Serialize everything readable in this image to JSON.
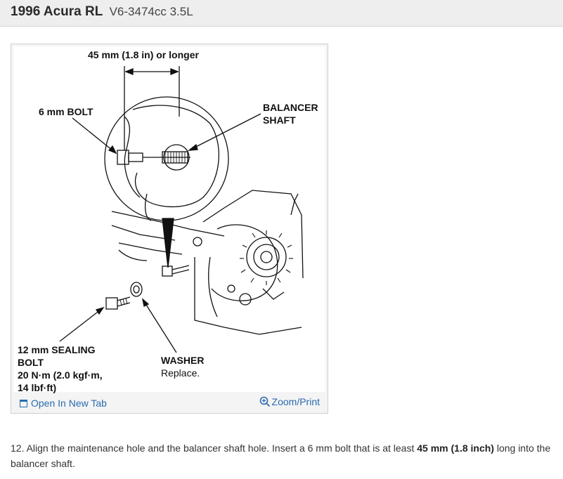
{
  "header": {
    "vehicle": "1996 Acura RL",
    "engine": "V6-3474cc 3.5L"
  },
  "figure": {
    "labels": {
      "dimension": "45 mm (1.8 in) or longer",
      "bolt_6mm": "6 mm BOLT",
      "balancer_line1": "BALANCER",
      "balancer_line2": "SHAFT",
      "sealing_line1": "12 mm SEALING",
      "sealing_line2": "BOLT",
      "sealing_line3": "20 N·m (2.0 kgf·m,",
      "sealing_line4": "14 lbf·ft)",
      "washer": "WASHER",
      "washer_note": "Replace."
    },
    "open_tab_label": "Open In New Tab",
    "zoom_label": "Zoom/Print",
    "link_color": "#2a6bb0"
  },
  "instruction": {
    "part1": "12. Align the maintenance hole and the balancer shaft hole. Insert a 6 mm bolt that is at least ",
    "bold": "45 mm (1.8 inch)",
    "part2": " long into the balancer shaft."
  },
  "icons": {
    "open_tab": "external-tab-icon",
    "zoom": "magnifier-plus-icon"
  }
}
